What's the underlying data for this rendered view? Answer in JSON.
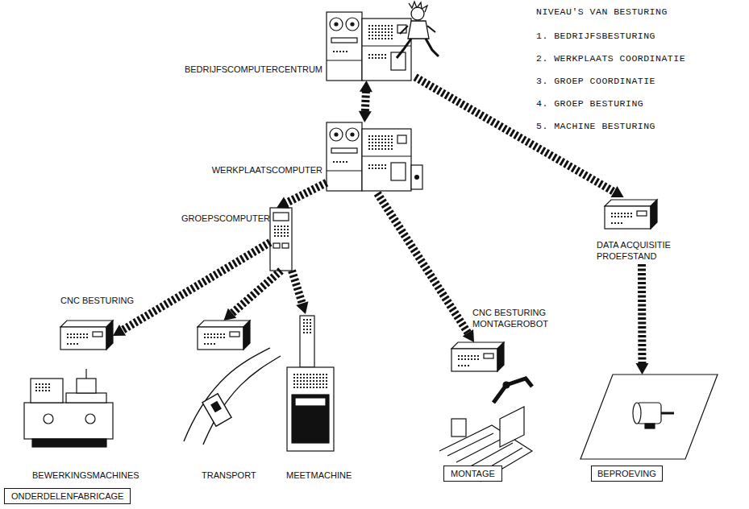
{
  "diagram": {
    "nodes": [
      {
        "text": [
          "BEDRIJFSCOMPUTERCENTRUM"
        ]
      },
      {
        "text": [
          "WERKPLAATSCOMPUTER"
        ]
      },
      {
        "text": [
          "DATA ACQUISITIE PROEFSTAND"
        ]
      },
      {
        "text": [
          "GROEPSCOMPUTER"
        ]
      },
      {
        "text": [
          "CNC BESTURING"
        ]
      },
      {
        "text": [
          "TRANSPORT"
        ]
      },
      {
        "text": [
          "MEETMACHINE"
        ]
      },
      {
        "text": [
          "CNC BESTURING MONTAGEROBOT"
        ]
      },
      {
        "text": [
          "MONTAGE"
        ]
      },
      {
        "text": [
          "BEPROEVING"
        ]
      },
      {
        "text": [
          "ONDERDELENFABRICAGE"
        ]
      }
    ],
    "edges": [
      {
        "from": 0,
        "to": 1,
        "arrow": "both"
      },
      {
        "from": 0,
        "to": 2,
        "arrow": "to"
      },
      {
        "from": 1,
        "to": 3,
        "arrow": "to"
      },
      {
        "from": 1,
        "to": 7,
        "arrow": "to"
      },
      {
        "from": 3,
        "to": 4,
        "arrow": "to"
      },
      {
        "from": 3,
        "to": 5,
        "arrow": "to"
      },
      {
        "from": 3,
        "to": 6,
        "arrow": "to"
      },
      {
        "from": 2,
        "to": 9,
        "arrow": "to"
      }
    ],
    "labels": [
      "NIVEAU'S VAN BESTURING",
      "1. BEDRIJFSBESTURING",
      "2. WERKPLAATS COORDINATIE",
      "3. GROEP COORDINATIE",
      "4. GROEP BESTURING",
      "5. MACHINE BESTURING",
      "BEWERKINGSMACHINES"
    ]
  }
}
